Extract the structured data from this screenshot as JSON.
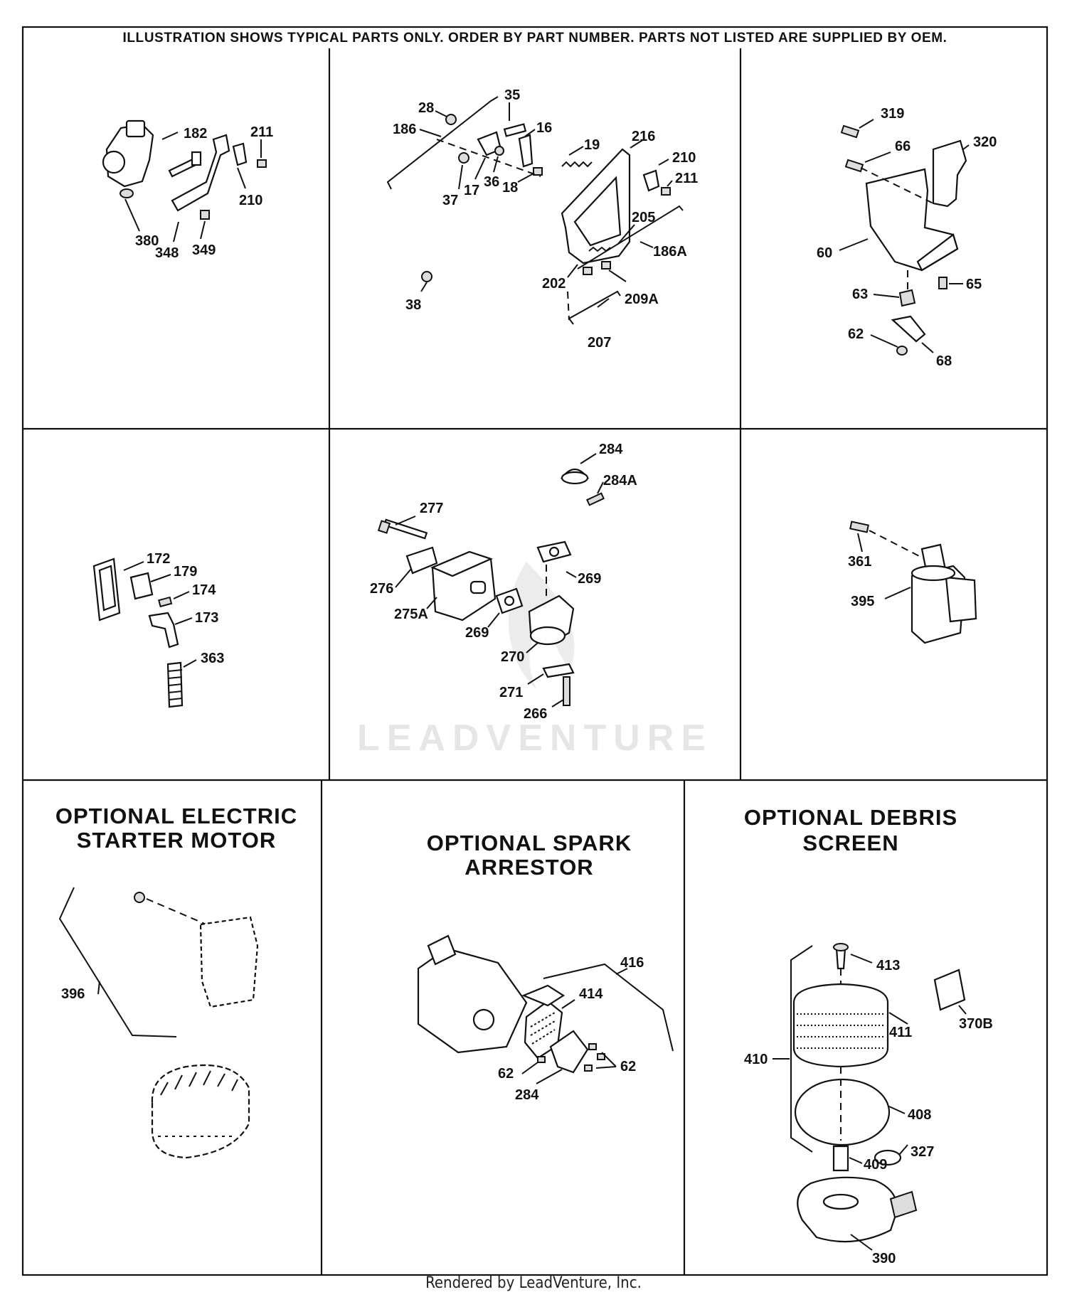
{
  "header_note": "ILLUSTRATION SHOWS TYPICAL PARTS ONLY. ORDER BY PART NUMBER. PARTS NOT LISTED ARE SUPPLIED BY OEM.",
  "watermark": "LEADVENTURE",
  "footer": "Rendered by LeadVenture, Inc.",
  "optional_sections": {
    "starter_line1": "OPTIONAL ELECTRIC",
    "starter_line2": "STARTER MOTOR",
    "spark_line1": "OPTIONAL SPARK",
    "spark_line2": "ARRESTOR",
    "debris_line1": "OPTIONAL DEBRIS",
    "debris_line2": "SCREEN"
  },
  "callouts": {
    "carburetor": [
      "182",
      "211",
      "210",
      "380",
      "348",
      "349"
    ],
    "governor": [
      "28",
      "35",
      "186",
      "16",
      "19",
      "216",
      "210",
      "211",
      "37",
      "17",
      "36",
      "18",
      "205",
      "186A",
      "202",
      "209A",
      "38",
      "207"
    ],
    "air_cleaner_bracket": [
      "319",
      "66",
      "320",
      "60",
      "63",
      "65",
      "62",
      "68"
    ],
    "fuel_pump": [
      "172",
      "179",
      "174",
      "173",
      "363"
    ],
    "muffler": [
      "284",
      "284A",
      "277",
      "269",
      "276",
      "275A",
      "269",
      "270",
      "271",
      "266"
    ],
    "starter": [
      "361",
      "395"
    ],
    "optional_starter": [
      "396"
    ],
    "optional_spark_arrestor": [
      "416",
      "414",
      "62",
      "62",
      "284"
    ],
    "optional_debris_screen": [
      "413",
      "370B",
      "411",
      "410",
      "408",
      "327",
      "409",
      "390"
    ]
  },
  "icons": {
    "watermark_flame": "flame-logo-icon"
  }
}
